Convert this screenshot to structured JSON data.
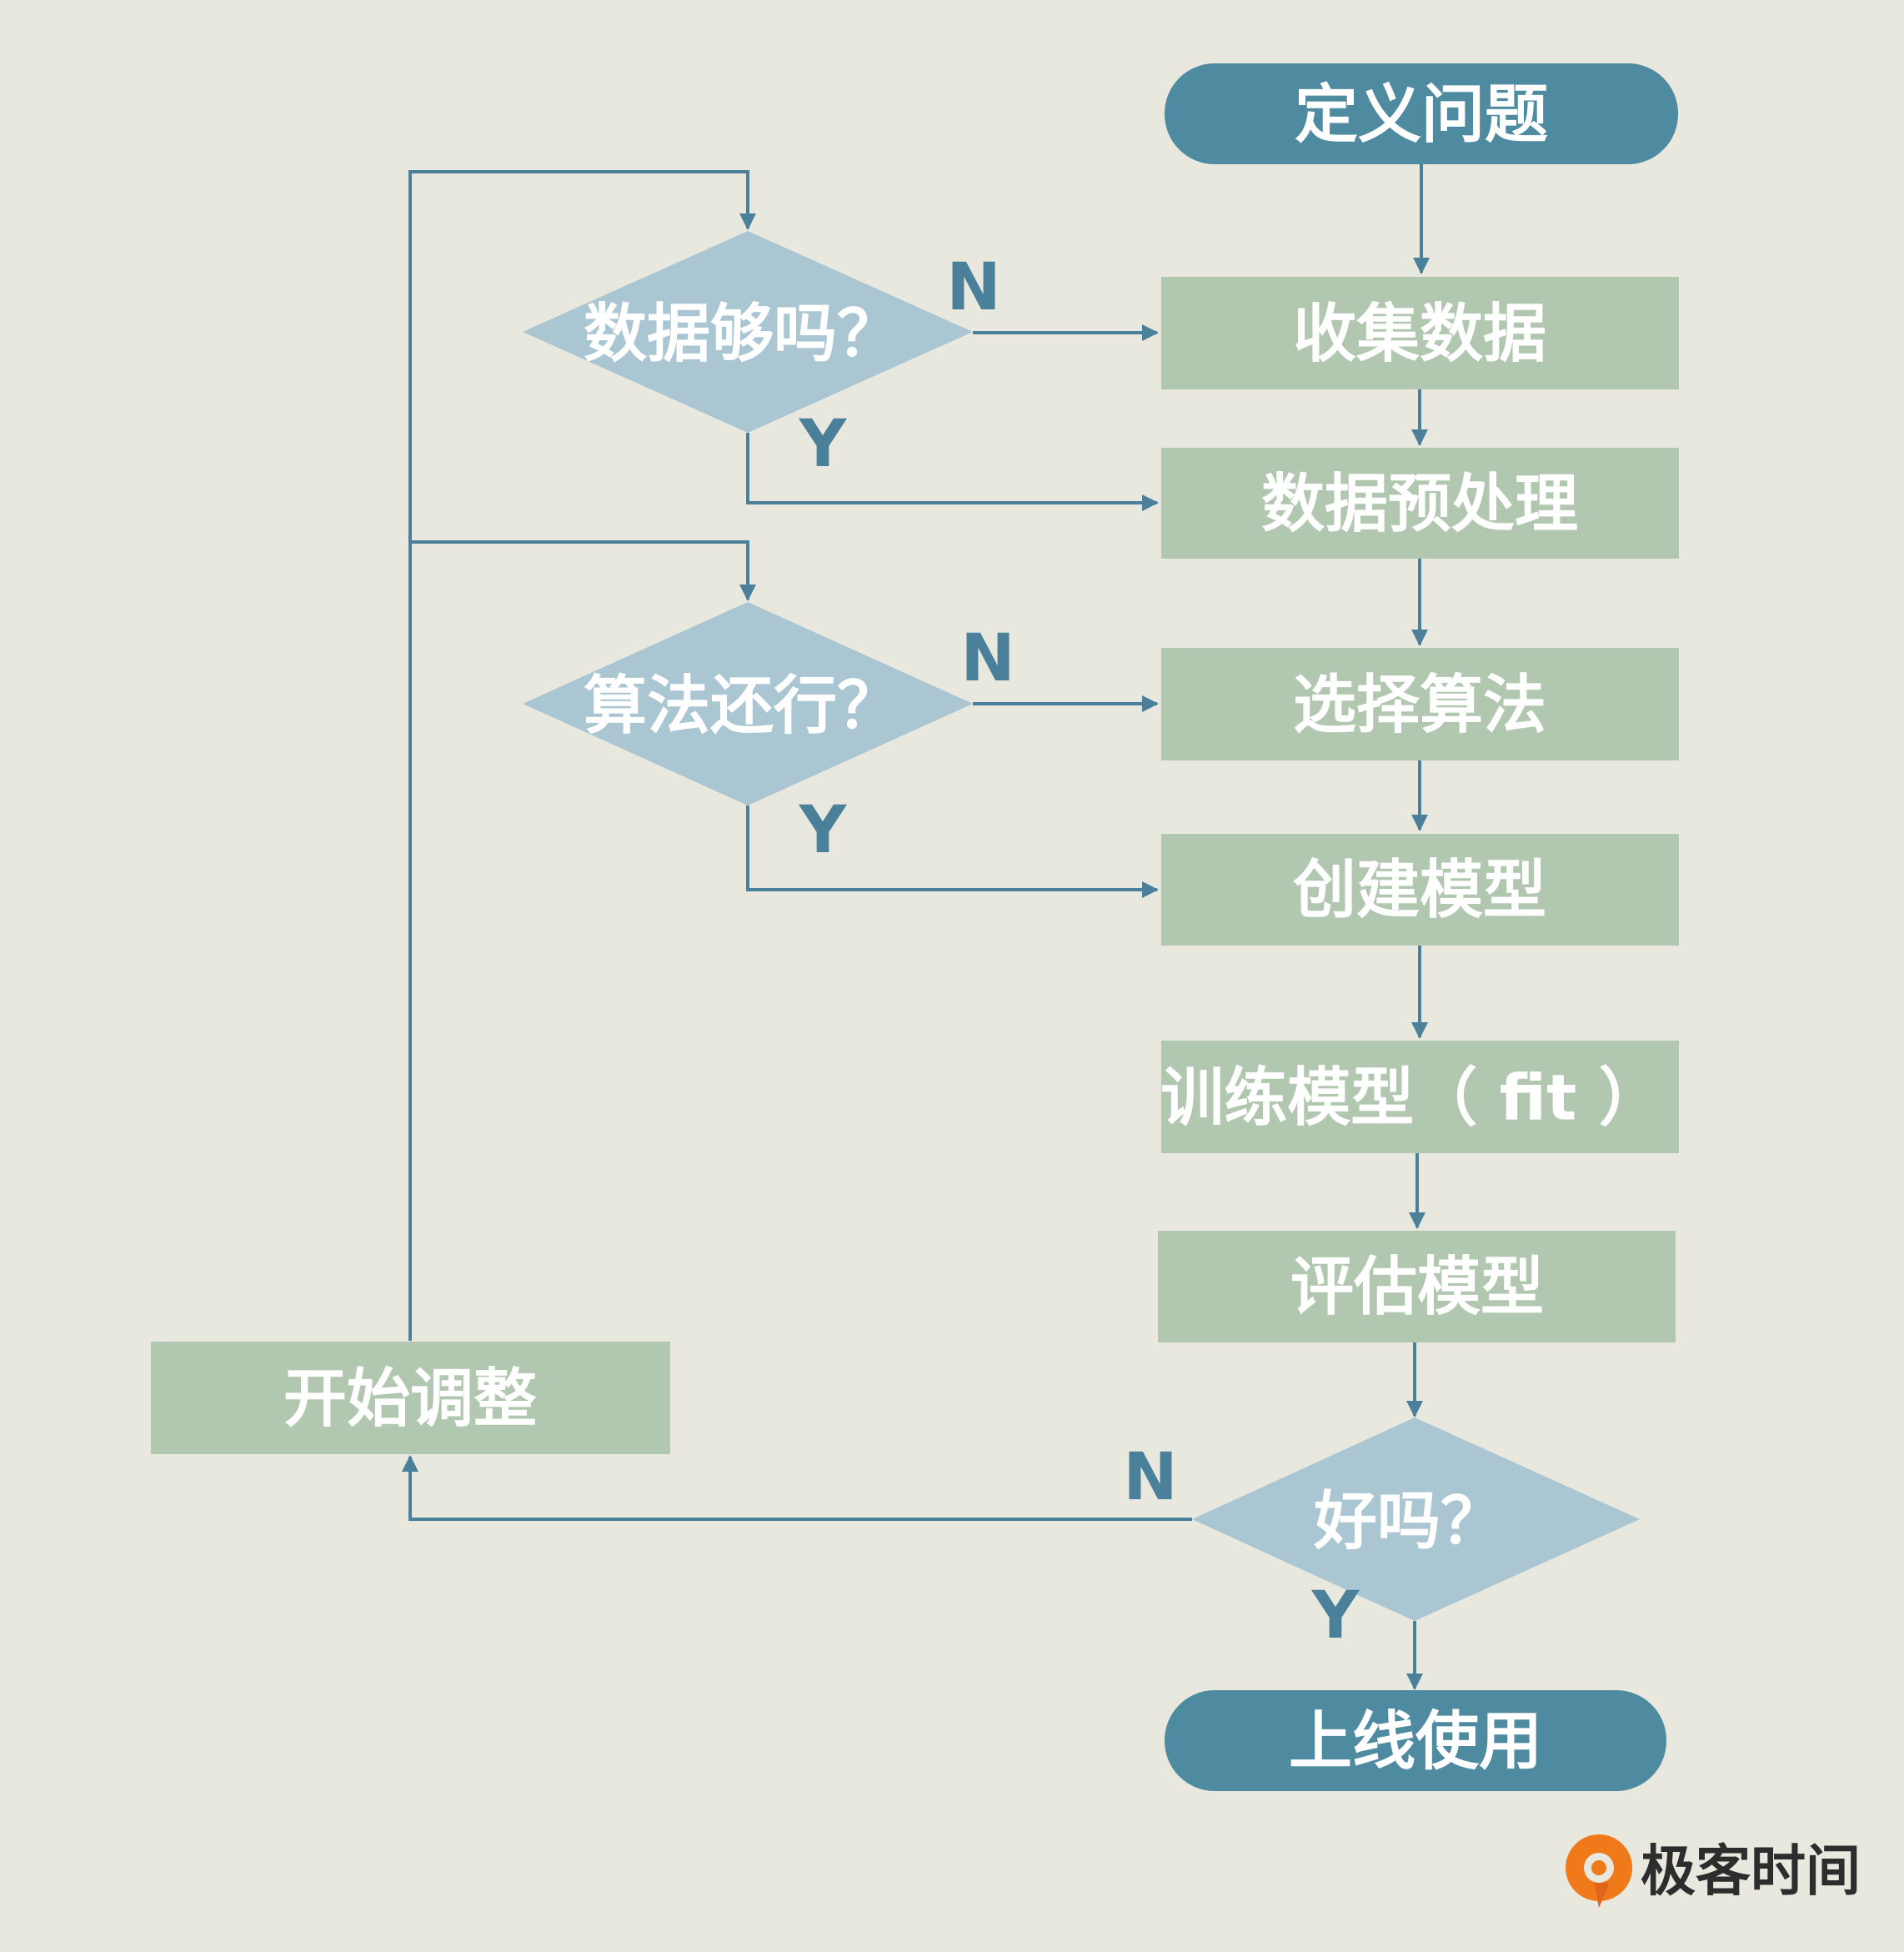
{
  "colors": {
    "background": "#e9e8df",
    "terminal": "#4e8aa0",
    "process": "#b2c7b0",
    "decision": "#a9c6d2",
    "connector": "#4a8099",
    "label": "#4a8099"
  },
  "nodes": {
    "define_problem": "定义问题",
    "collect_data": "收集数据",
    "preprocess_data": "数据预处理",
    "select_algorithm": "选择算法",
    "create_model": "创建模型",
    "train_model": "训练模型（ fit ）",
    "evaluate_model": "评估模型",
    "start_adjust": "开始调整",
    "deploy": "上线使用",
    "decision_enough_data": "数据够吗？",
    "decision_algorithm_ok": "算法还行？",
    "decision_good": "好吗？"
  },
  "branch_labels": {
    "enough_data_no": "N",
    "enough_data_yes": "Y",
    "algorithm_ok_no": "N",
    "algorithm_ok_yes": "Y",
    "good_no": "N",
    "good_yes": "Y"
  },
  "logo": {
    "text": "极客时间",
    "icon": "geektime-logo-icon"
  }
}
